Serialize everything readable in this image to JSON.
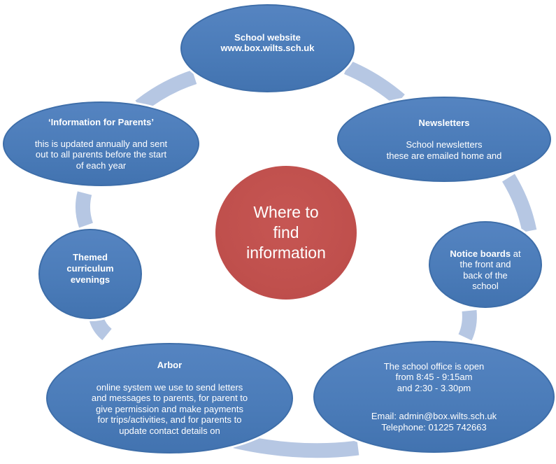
{
  "diagram": {
    "type": "cycle",
    "center": {
      "label": "Where to\nfind\ninformation"
    },
    "nodes": {
      "website": {
        "title": "School website\nwww.box.wilts.sch.uk",
        "body": ""
      },
      "info": {
        "title": "‘Information for Parents’",
        "body": "this is updated annually and sent\nout to all parents before the start\nof each year"
      },
      "newsletters": {
        "title": "Newsletters",
        "body": "School newsletters\nthese are emailed home and"
      },
      "themed": {
        "title": "Themed\ncurriculum\nevenings",
        "body": ""
      },
      "notice": {
        "title": "Notice boards",
        "body": " at\nthe front and\nback of the\nschool"
      },
      "arbor": {
        "title": "Arbor",
        "body": "online system we use to send letters\nand messages to parents, for parent to\ngive permission and make payments\nfor trips/activities, and for parents to\nupdate contact details on"
      },
      "office": {
        "para1": "The school office is open\nfrom 8:45 - 9:15am\nand 2:30 - 3.30pm",
        "para2": "Email: admin@box.wilts.sch.uk\nTelephone: 01225 742663"
      }
    },
    "colors": {
      "node_fill": "#4B7CB9",
      "node_border": "#3E6EA9",
      "ring": "#B6C7E3",
      "center_fill": "#C0504D",
      "text": "#FFFFFF",
      "background": "#FFFFFF"
    }
  }
}
